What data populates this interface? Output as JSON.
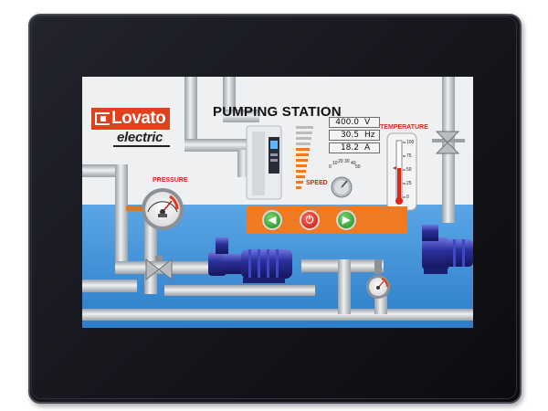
{
  "brand": {
    "name": "Lovato",
    "tagline": "electric",
    "color": "#e1401d"
  },
  "screen": {
    "title": "PUMPING STATION",
    "pressure_label": "PRESSURE",
    "speed_label": "SPEED",
    "temperature_label": "TEMPERATURE",
    "readouts": [
      {
        "value": "400.0",
        "unit": "V"
      },
      {
        "value": "30.5",
        "unit": "Hz"
      },
      {
        "value": "18.2",
        "unit": "A"
      }
    ],
    "speed_scale": [
      "0",
      "10",
      "20",
      "30",
      "40",
      "50"
    ],
    "temp_scale": [
      "100",
      "75",
      "50",
      "25",
      "0"
    ],
    "buttons": {
      "back_icon": "arrow-left-icon",
      "power_icon": "power-icon",
      "forward_icon": "arrow-right-icon",
      "back_glyph": "◀",
      "power_glyph": "⏻",
      "forward_glyph": "▶"
    },
    "colors": {
      "accent_orange": "#f07a22",
      "pipe_gray": "#c9ccd0",
      "pump_blue": "#2b2f9a",
      "water_blue": "#3a8ed6"
    }
  }
}
